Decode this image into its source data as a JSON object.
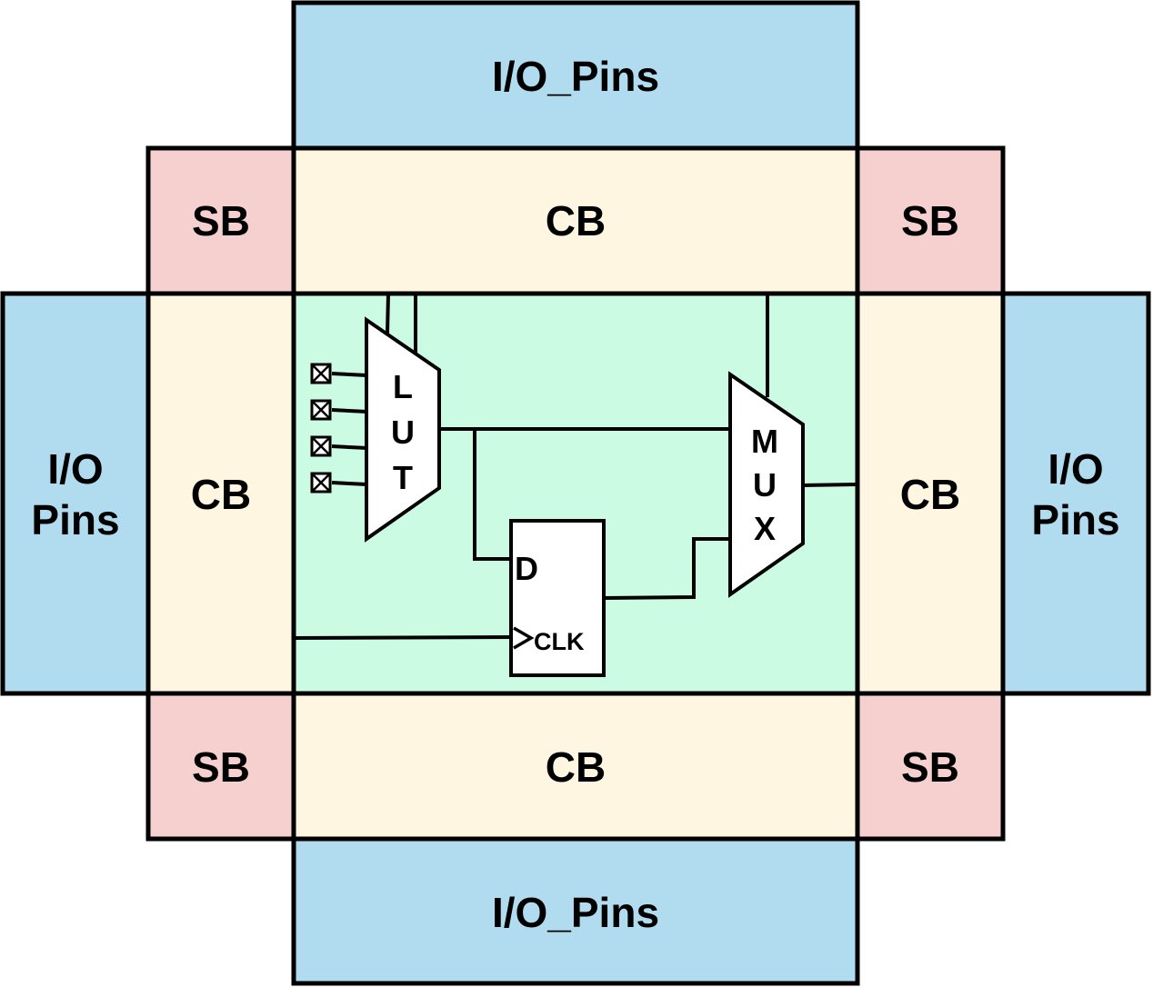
{
  "colors": {
    "io": "#b1dcf0",
    "sb": "#f6cfcf",
    "cb": "#fef6e1",
    "clb": "#ccfbe3",
    "line": "#000000",
    "ff": "#ffffff"
  },
  "labels": {
    "io_top": "I/O_Pins",
    "io_bottom": "I/O_Pins",
    "io_left_line1": "I/O",
    "io_left_line2": "Pins",
    "io_right_line1": "I/O",
    "io_right_line2": "Pins",
    "sb_top_left": "SB",
    "sb_top_right": "SB",
    "sb_bottom_left": "SB",
    "sb_bottom_right": "SB",
    "cb_top": "CB",
    "cb_bottom": "CB",
    "cb_left": "CB",
    "cb_right": "CB",
    "lut_l": "L",
    "lut_u": "U",
    "lut_t": "T",
    "mux_m": "M",
    "mux_u": "U",
    "mux_x": "X",
    "ff_d": "D",
    "ff_clk": "CLK"
  },
  "icons": {
    "lut_input_marker": "crossed-box-icon",
    "clock_marker": "clock-triangle-icon"
  }
}
